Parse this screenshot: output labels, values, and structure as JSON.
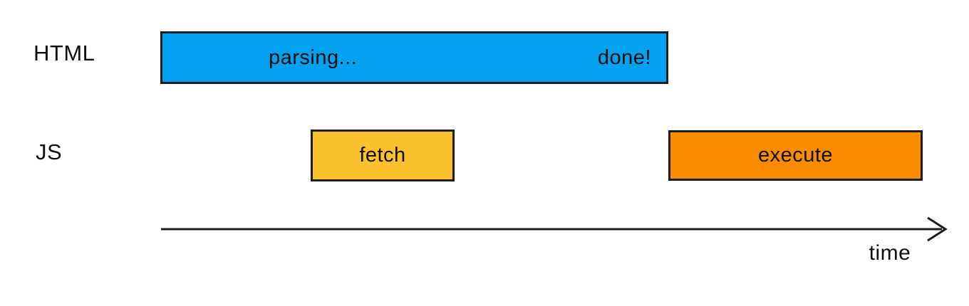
{
  "diagram": {
    "kind": "timeline",
    "rows": [
      {
        "id": "html",
        "label": "HTML"
      },
      {
        "id": "js",
        "label": "JS"
      }
    ],
    "bars": [
      {
        "id": "parsing",
        "row": "HTML",
        "label": "parsing...",
        "label_right": "done!",
        "color": "#03a1f2"
      },
      {
        "id": "fetch",
        "row": "JS",
        "label": "fetch",
        "color": "#fcc22d"
      },
      {
        "id": "execute",
        "row": "JS",
        "label": "execute",
        "color": "#fb8c00"
      }
    ],
    "axis": {
      "label": "time"
    },
    "colors": {
      "ink": "#1c1c1c",
      "text": "#0f0f0f",
      "background": "#ffffff"
    }
  }
}
